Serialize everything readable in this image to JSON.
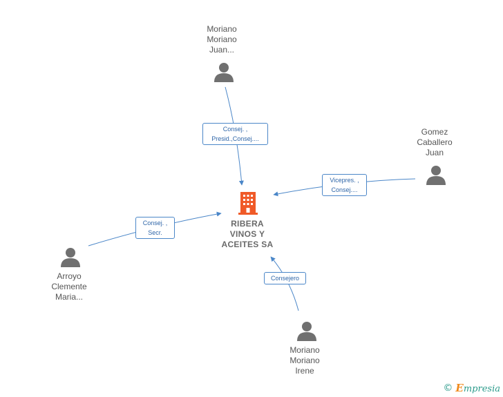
{
  "company": {
    "name_lines": [
      "RIBERA",
      "VINOS Y",
      "ACEITES SA"
    ],
    "icon": "building-icon",
    "color": "#f05a28"
  },
  "persons": [
    {
      "id": "moriano-juan",
      "name_lines": [
        "Moriano",
        "Moriano",
        "Juan..."
      ],
      "icon": "person-icon"
    },
    {
      "id": "gomez-juan",
      "name_lines": [
        "Gomez",
        "Caballero",
        "Juan"
      ],
      "icon": "person-icon"
    },
    {
      "id": "arroyo-maria",
      "name_lines": [
        "Arroyo",
        "Clemente",
        "Maria..."
      ],
      "icon": "person-icon"
    },
    {
      "id": "moriano-irene",
      "name_lines": [
        "Moriano",
        "Moriano",
        "Irene"
      ],
      "icon": "person-icon"
    }
  ],
  "edges": [
    {
      "from": "moriano-juan",
      "label_lines": [
        "Consej. ,",
        "Presid.,Consej...."
      ]
    },
    {
      "from": "gomez-juan",
      "label_lines": [
        "Vicepres. ,",
        "Consej...."
      ]
    },
    {
      "from": "arroyo-maria",
      "label_lines": [
        "Consej. ,",
        "Secr."
      ]
    },
    {
      "from": "moriano-irene",
      "label_lines": [
        "Consejero"
      ]
    }
  ],
  "colors": {
    "edge": "#4a86c8",
    "person_icon": "#707070",
    "company_icon": "#f05a28"
  },
  "footer": {
    "copyright_symbol": "©",
    "brand_initial": "E",
    "brand_rest": "mpresia"
  }
}
